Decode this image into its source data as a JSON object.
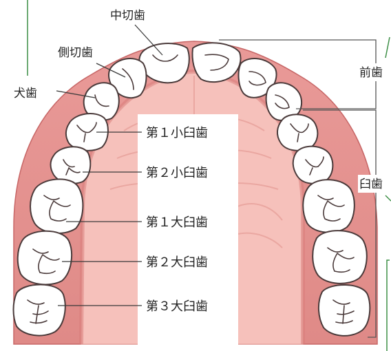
{
  "labels": {
    "central_incisor": "中切歯",
    "lateral_incisor": "側切歯",
    "canine": "犬歯",
    "first_premolar": "第１小臼歯",
    "second_premolar": "第２小臼歯",
    "first_molar": "第１大臼歯",
    "second_molar": "第２大臼歯",
    "third_molar": "第３大臼歯",
    "anterior_teeth": "前歯",
    "molars": "臼歯"
  },
  "colors": {
    "gum": "#e48b8b",
    "gum_dark": "#cf6d6d",
    "palate": "#f6c1bb",
    "palate_ridge": "#eaa7a1",
    "tooth": "#ffffff",
    "outline": "#4a3a3a",
    "accent_green": "#3d8f47"
  }
}
